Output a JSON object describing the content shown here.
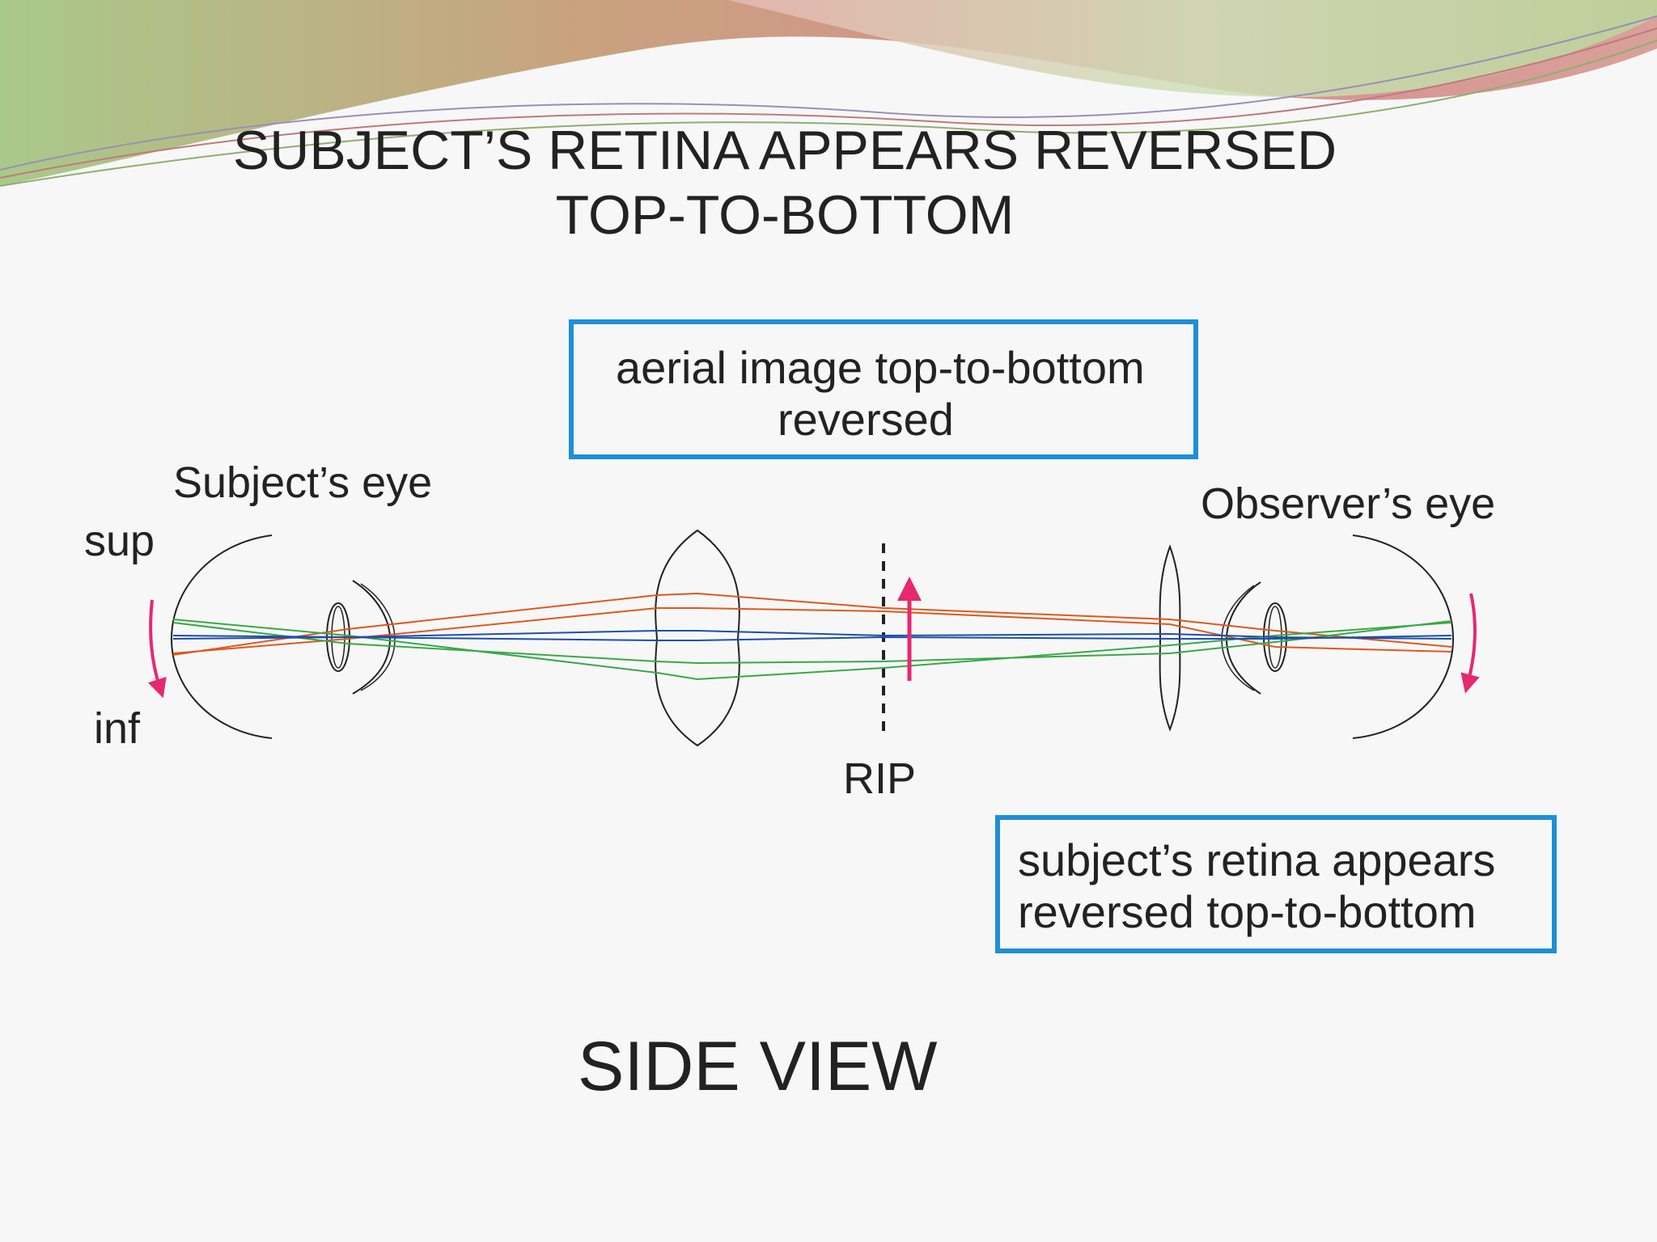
{
  "slide": {
    "title_line1": "SUBJECT’S RETINA APPEARS REVERSED",
    "title_line2": "TOP-TO-BOTTOM",
    "footer": "SIDE VIEW"
  },
  "labels": {
    "subject_eye": "Subject’s eye",
    "observer_eye": "Observer’s eye",
    "sup": "sup",
    "inf": "inf",
    "rip": "RIP"
  },
  "callouts": {
    "aerial_line1": "aerial image top-to-bottom",
    "aerial_line2": "reversed",
    "retina_line1": "subject’s retina appears",
    "retina_line2": "reversed top-to-bottom"
  },
  "colors": {
    "box_border": "#1f8fd6",
    "arrow": "#e8286e",
    "ray_orange": "#e0581c",
    "ray_green": "#3aa845",
    "ray_blue": "#1e4fa8"
  }
}
